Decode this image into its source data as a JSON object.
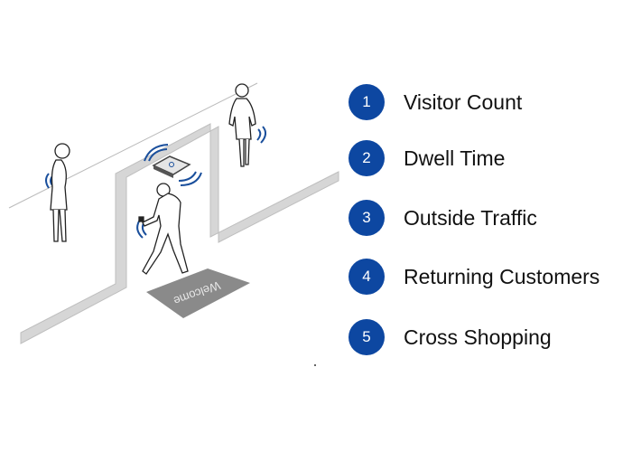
{
  "illustration": {
    "mat_text": "Welcome"
  },
  "list": [
    {
      "number": "1",
      "label": "Visitor Count"
    },
    {
      "number": "2",
      "label": "Dwell Time"
    },
    {
      "number": "3",
      "label": "Outside Traffic"
    },
    {
      "number": "4",
      "label": "Returning Customers"
    },
    {
      "number": "5",
      "label": "Cross Shopping"
    }
  ],
  "colors": {
    "accent": "#0d47a1",
    "wall": "#d4d4d4",
    "mat": "#8a8a8a",
    "signal": "#1a4f9c"
  }
}
